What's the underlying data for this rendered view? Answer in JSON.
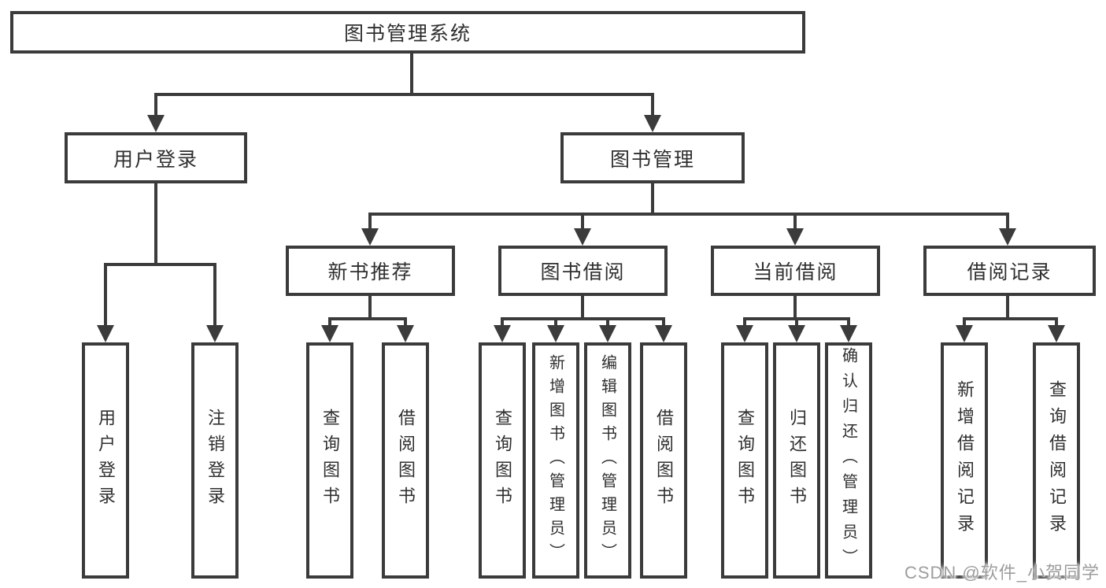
{
  "diagram": {
    "root": {
      "label": "图书管理系统",
      "children": [
        {
          "label": "用户登录",
          "children": [
            {
              "label": "用户登录"
            },
            {
              "label": "注销登录"
            }
          ]
        },
        {
          "label": "图书管理",
          "children": [
            {
              "label": "新书推荐",
              "children": [
                {
                  "label": "查询图书"
                },
                {
                  "label": "借阅图书"
                }
              ]
            },
            {
              "label": "图书借阅",
              "children": [
                {
                  "label": "查询图书"
                },
                {
                  "label": "新增图书（管理员）"
                },
                {
                  "label": "编辑图书（管理员）"
                },
                {
                  "label": "借阅图书"
                }
              ]
            },
            {
              "label": "当前借阅",
              "children": [
                {
                  "label": "查询图书"
                },
                {
                  "label": "归还图书"
                },
                {
                  "label": "确认归还（管理员）"
                }
              ]
            },
            {
              "label": "借阅记录",
              "children": [
                {
                  "label": "新增借阅记录"
                },
                {
                  "label": "查询借阅记录"
                }
              ]
            }
          ]
        }
      ]
    }
  },
  "watermark": {
    "text": "CSDN @软件_小贺同学"
  },
  "colors": {
    "line": "#3b3b3b",
    "text": "#2f2f2f",
    "watermark": "#9d9d9d",
    "background": "#ffffff"
  }
}
